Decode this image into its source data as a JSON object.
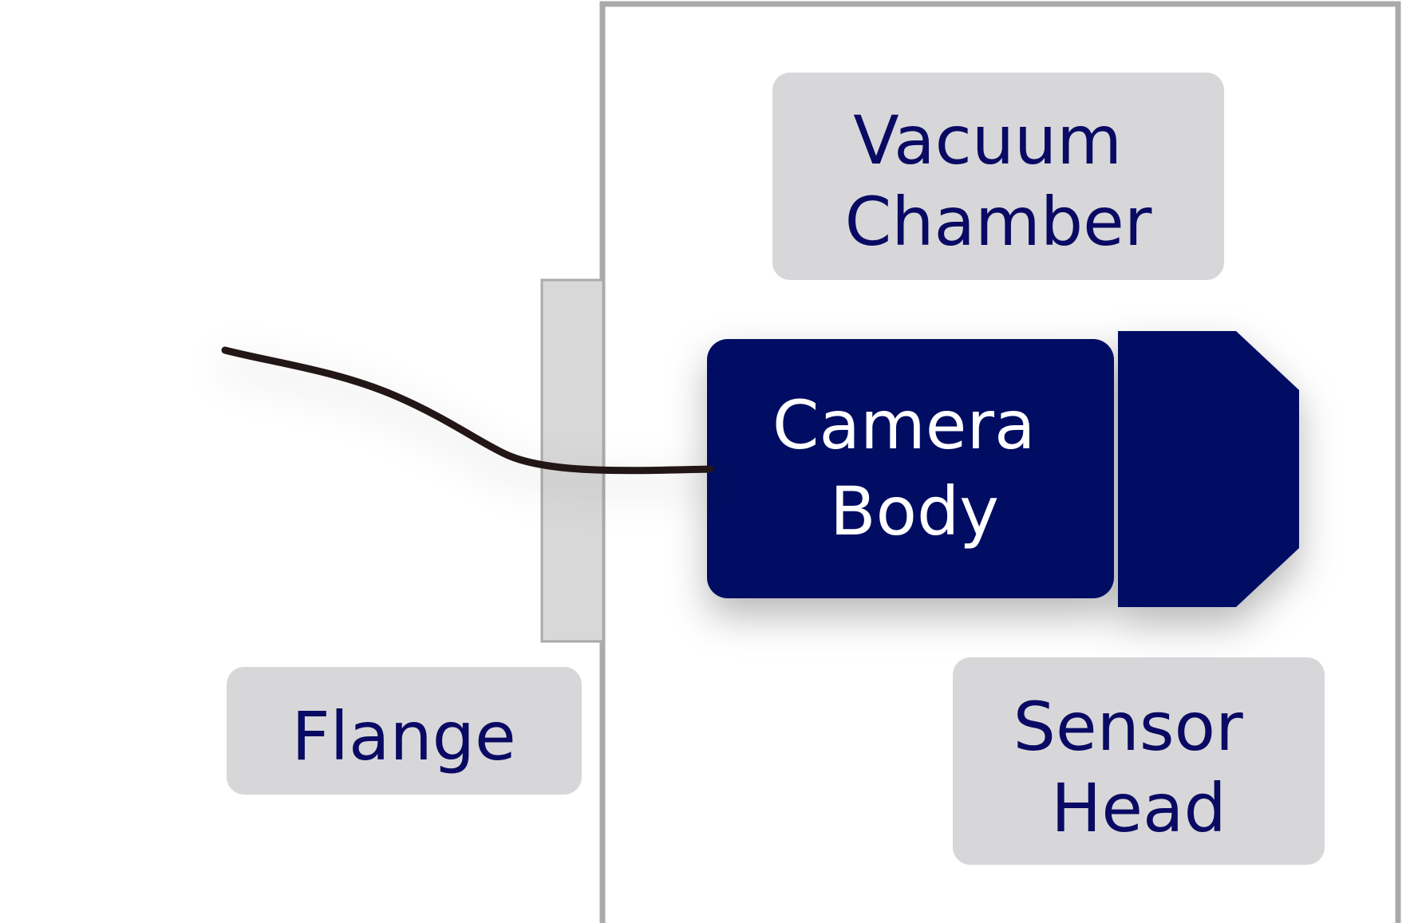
{
  "labels": {
    "vacuum_chamber": [
      "Vacuum",
      "Chamber"
    ],
    "camera_body": [
      "Camera",
      "Body"
    ],
    "flange": [
      "Flange"
    ],
    "sensor_head": [
      "Sensor",
      "Head"
    ]
  },
  "colors": {
    "label_text": "#0a0a64",
    "camera_fill": "#020a62",
    "camera_text": "#ffffff",
    "label_box_fill": "#d7d7d9",
    "chamber_stroke": "#aaaaaa",
    "flange_fill": "#d8d8d8",
    "cable": "#231815"
  }
}
